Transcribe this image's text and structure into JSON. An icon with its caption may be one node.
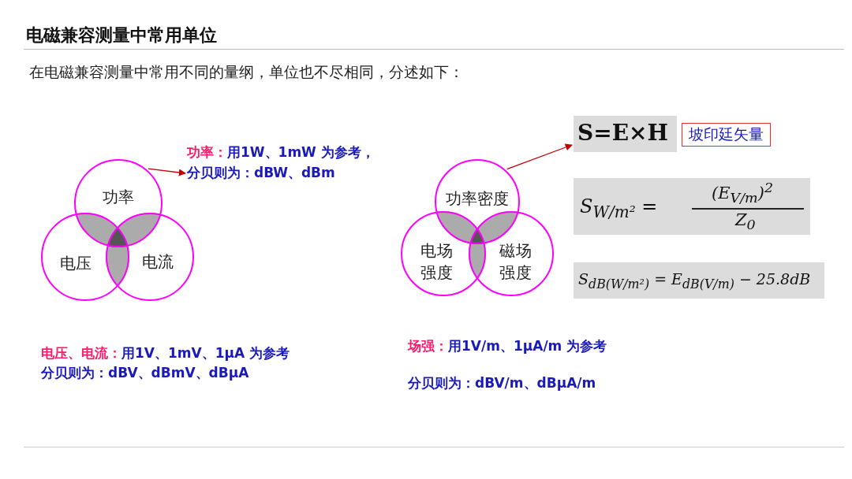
{
  "diagram": {
    "title": "电磁兼容测量中常用单位",
    "nodes": [
      {
        "text": [
          "功率"
        ]
      },
      {
        "text": [
          "电压"
        ]
      },
      {
        "text": [
          "电流"
        ]
      },
      {
        "text": [
          "功率：",
          "用1W、1mW 为参考，分贝则为：dBW、dBm"
        ]
      },
      {
        "text": [
          "功率密度"
        ]
      },
      {
        "text": [
          "电场强度"
        ]
      },
      {
        "text": [
          "磁场强度"
        ]
      },
      {
        "text": [
          "S=E×H"
        ]
      },
      {
        "text": [
          "坡印廷矢量"
        ]
      },
      {
        "text": [
          "S$_{W/m²}$ =",
          "(E$_{V/m}$)$^{2}$",
          "Z$_{0}$"
        ]
      },
      {
        "text": [
          "S$_{dB(W/m²)}$ = E$_{dB(V/m)}$ − 25.8dB"
        ]
      }
    ],
    "edges": [
      {
        "from": 0,
        "to": 3,
        "arrow": "to"
      },
      {
        "from": 4,
        "to": 7,
        "arrow": "to"
      }
    ],
    "labels": [
      "在电磁兼容测量中常用不同的量纲，单位也不尽相同，分述如下：",
      "电压、电流：",
      "用1V、1mV、1μA 为参考",
      "分贝则为：dBV、dBmV、dBμA",
      "场强：",
      "用1V/m、1μA/m 为参考",
      "分贝则为：dBV/m、dBμA/m"
    ]
  }
}
